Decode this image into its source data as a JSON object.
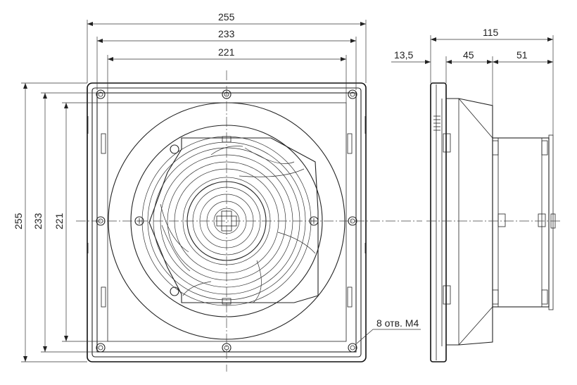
{
  "drawing": {
    "front_view": {
      "dimensions": {
        "top_outer": "255",
        "top_middle": "233",
        "top_inner": "221",
        "left_outer": "255",
        "left_middle": "233",
        "left_inner": "221"
      },
      "callout_holes": "8 отв. M4"
    },
    "side_view": {
      "dimensions": {
        "total_depth": "115",
        "flange": "13,5",
        "housing": "45",
        "motor": "51"
      }
    }
  }
}
